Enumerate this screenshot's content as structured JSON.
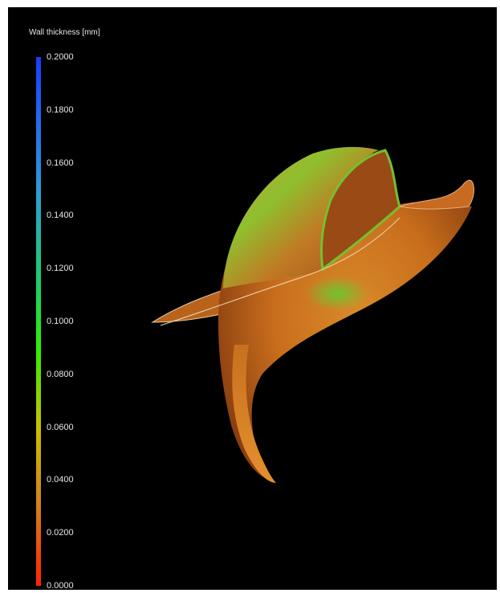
{
  "legend": {
    "title": "Wall thickness [mm]",
    "colors": {
      "top": "#1a3cff",
      "upper": "#2a9bd8",
      "mid": "#19d65a",
      "lower_mid": "#2bf000",
      "low": "#c8c000",
      "lower": "#d2801a",
      "bottom": "#ff2200"
    },
    "ticks": [
      {
        "label": "0.2000",
        "value": 0.2
      },
      {
        "label": "0.1800",
        "value": 0.18
      },
      {
        "label": "0.1600",
        "value": 0.16
      },
      {
        "label": "0.1400",
        "value": 0.14
      },
      {
        "label": "0.1200",
        "value": 0.12
      },
      {
        "label": "0.1000",
        "value": 0.1
      },
      {
        "label": "0.0800",
        "value": 0.08
      },
      {
        "label": "0.0600",
        "value": 0.06
      },
      {
        "label": "0.0400",
        "value": 0.04
      },
      {
        "label": "0.0200",
        "value": 0.02
      },
      {
        "label": "0.0000",
        "value": 0.0
      }
    ],
    "range": [
      0.0,
      0.2
    ]
  },
  "scene": {
    "background": "#000000",
    "object": "3d-shell-model",
    "dominant_color": "#d07a22",
    "highlight_color": "#5fc22a"
  }
}
